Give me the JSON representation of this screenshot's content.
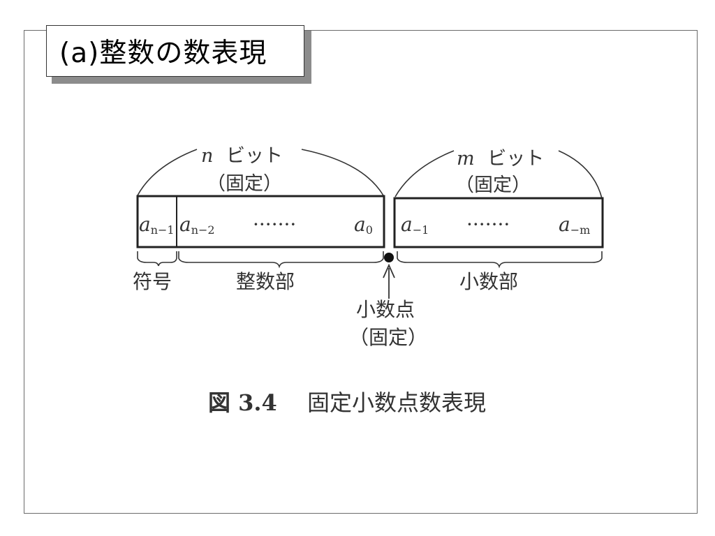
{
  "title": "(a)整数の数表現",
  "diagram": {
    "n_bits_var": "n",
    "m_bits_var": "m",
    "bits_word": "ビット",
    "fixed_label": "（固定）",
    "cells": {
      "sign": {
        "base": "a",
        "sub": "n−1"
      },
      "int_first": {
        "base": "a",
        "sub": "n−2"
      },
      "int_dots": "·······",
      "int_last": {
        "base": "a",
        "sub": "0"
      },
      "frac_first": {
        "base": "a",
        "sub": "−1"
      },
      "frac_dots": "·······",
      "frac_last": {
        "base": "a",
        "sub": "−m"
      }
    },
    "labels": {
      "sign": "符号",
      "integer_part": "整数部",
      "fraction_part": "小数部",
      "point": "小数点",
      "point_fixed": "（固定）"
    },
    "caption": {
      "number": "図 3.4",
      "text": "固定小数点数表現"
    }
  }
}
